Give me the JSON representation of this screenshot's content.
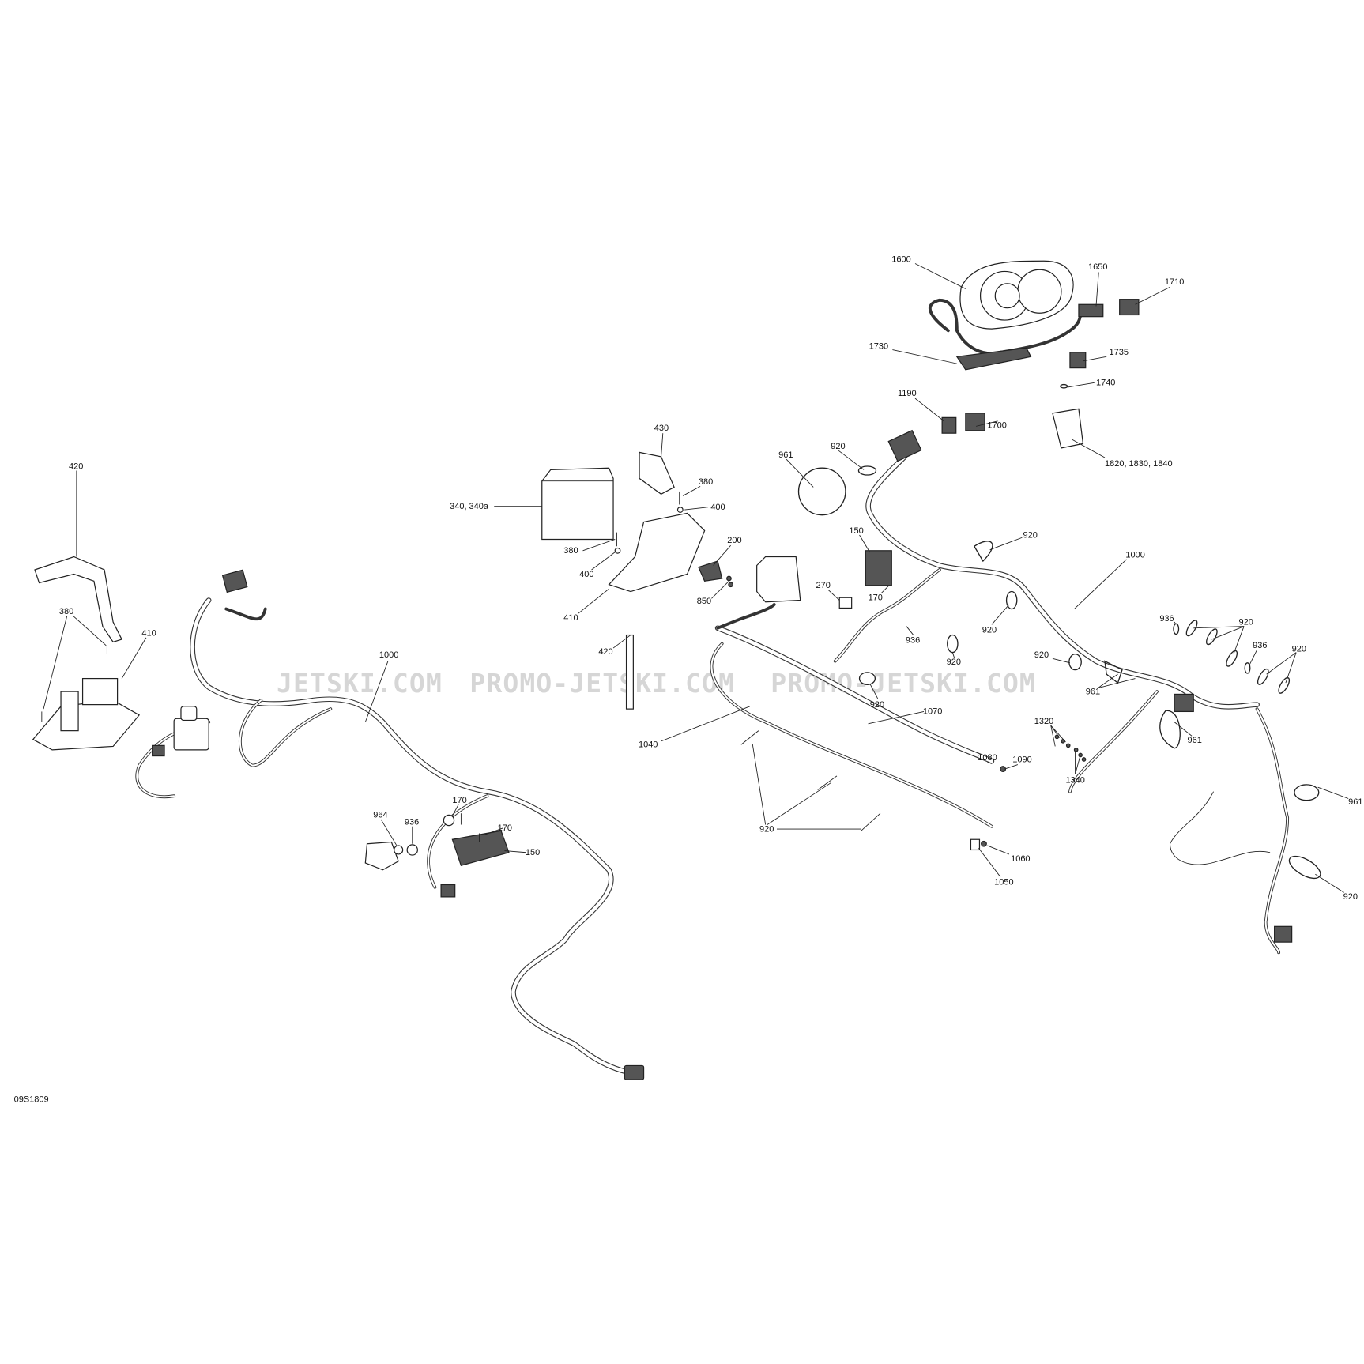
{
  "diagram": {
    "drawing_number": "09S1809",
    "watermarks": [
      "JETSKI.COM",
      "PROMO-JETSKI.COM",
      "PROMO-JETSKI.COM"
    ],
    "callouts": {
      "c1600": "1600",
      "c1650": "1650",
      "c1710": "1710",
      "c1730": "1730",
      "c1735": "1735",
      "c1740": "1740",
      "c1190": "1190",
      "c1700": "1700",
      "c1820": "1820, 1830, 1840",
      "c430": "430",
      "c961a": "961",
      "c920a": "920",
      "c380a": "380",
      "c400a": "400",
      "c340": "340, 340a",
      "c380b": "380",
      "c200": "200",
      "c400b": "400",
      "c850": "850",
      "c410a": "410",
      "c420a": "420",
      "c150a": "150",
      "c920b": "920",
      "c1000a": "1000",
      "c270": "270",
      "c170a": "170",
      "c920c": "920",
      "c936a": "936",
      "c920d": "920",
      "c920e": "920",
      "c1040": "1040",
      "c1070": "1070",
      "c1080": "1080",
      "c1090": "1090",
      "c920f": "920",
      "c1060": "1060",
      "c1050": "1050",
      "c936b": "936",
      "c920g": "920",
      "c936c": "936",
      "c920h": "920",
      "c920i": "920",
      "c961b": "961",
      "c961c": "961",
      "c1320": "1320",
      "c1340": "1340",
      "c961d": "961",
      "c920j": "920",
      "c420b": "420",
      "c380c": "380",
      "c410b": "410",
      "c1000b": "1000",
      "c170b": "170",
      "c964": "964",
      "c936d": "936",
      "c170c": "170",
      "c150b": "150"
    }
  }
}
